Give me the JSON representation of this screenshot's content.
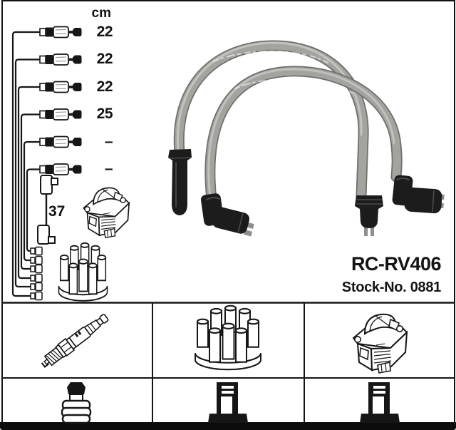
{
  "product": {
    "part_number": "RC-RV406",
    "stock_number": "Stock-No. 0881"
  },
  "diagram": {
    "unit_header": "cm",
    "cable_lengths": [
      "22",
      "22",
      "22",
      "25",
      "–",
      "–"
    ],
    "coil_cable_length": "37"
  },
  "legend": {
    "row1_icons": [
      "spark-plug",
      "distributor-cap",
      "ignition-coil"
    ],
    "row2_icons": [
      "plug-terminal-boot",
      "distributor-terminal",
      "distributor-terminal"
    ]
  },
  "colors": {
    "line_black": "#161616",
    "cable_gray": "#a3a3a0",
    "cable_edge": "#6f6f6c",
    "boot_black": "#1c1c1c",
    "metal_gray": "#8e8e8b",
    "background": "#ffffff"
  }
}
